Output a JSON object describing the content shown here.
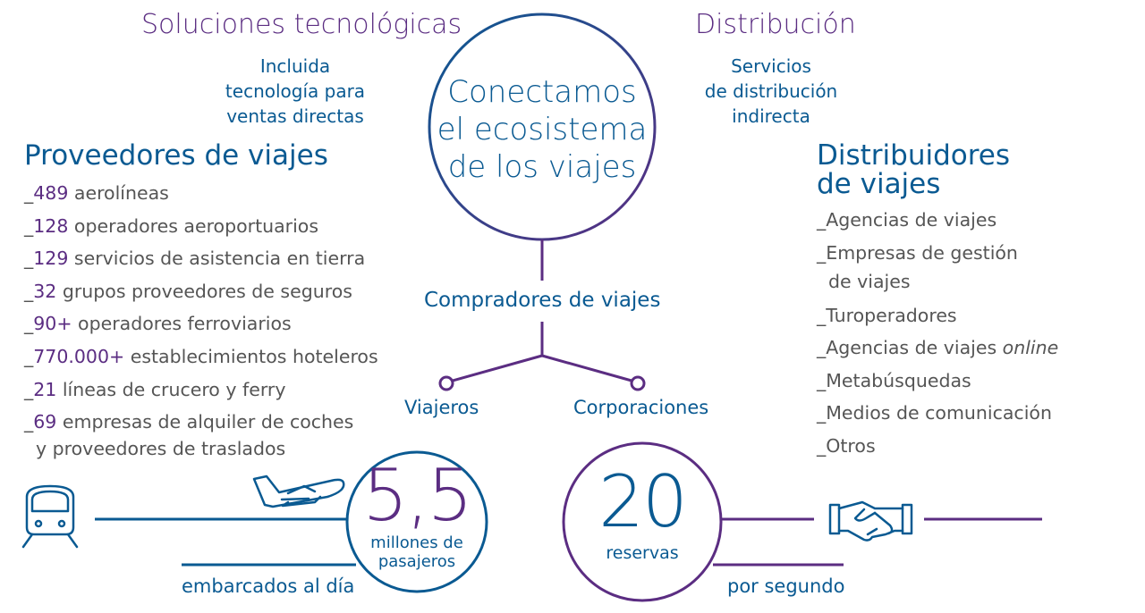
{
  "tech": {
    "title": "Soluciones tecnológicas",
    "desc": [
      "Incluida",
      "tecnología para",
      "ventas directas"
    ]
  },
  "dist": {
    "title": "Distribución",
    "desc": [
      "Servicios",
      "de distribución",
      "indirecta"
    ]
  },
  "center": {
    "lines": [
      "Conectamos",
      "el ecosistema",
      "de los viajes"
    ],
    "buyers": "Compradores de viajes",
    "branch_left": "Viajeros",
    "branch_right": "Corporaciones"
  },
  "providers": {
    "title": "Proveedores de viajes",
    "items": [
      {
        "prefix": "_",
        "num": "489",
        "text": " aerolíneas"
      },
      {
        "prefix": "_",
        "num": "128",
        "text": " operadores aeroportuarios"
      },
      {
        "prefix": "_",
        "num": "129",
        "text": " servicios de asistencia en tierra"
      },
      {
        "prefix": "_",
        "num": "32",
        "text": " grupos proveedores de seguros"
      },
      {
        "prefix": "_",
        "num": "90+",
        "text": " operadores ferroviarios"
      },
      {
        "prefix": "_",
        "num": "770.000+",
        "text": " establecimientos hoteleros"
      },
      {
        "prefix": "_",
        "num": "21",
        "text": " líneas de crucero y ferry"
      },
      {
        "prefix": "_",
        "num": "69",
        "text": " empresas de alquiler de coches",
        "cont": "y proveedores de traslados"
      }
    ]
  },
  "distributors": {
    "title": [
      "Distribuidores",
      "de viajes"
    ],
    "items": [
      {
        "text": "_Agencias de viajes"
      },
      {
        "text": "_Empresas de gestión",
        "cont": "de viajes"
      },
      {
        "text": "_Turoperadores"
      },
      {
        "text": "_Agencias de viajes ",
        "em": "online"
      },
      {
        "text": "_Metabúsquedas"
      },
      {
        "text": "_Medios de comunicación"
      },
      {
        "text": "_Otros"
      }
    ]
  },
  "stats": {
    "passengers": {
      "number": "5,5",
      "unit": [
        "millones de",
        "pasajeros"
      ],
      "label": "embarcados al día"
    },
    "bookings": {
      "number": "20",
      "unit": "reservas",
      "label": "por segundo"
    }
  },
  "icons": [
    "train-icon",
    "airplane-icon",
    "handshake-icon"
  ],
  "colors": {
    "purple": "#5b2d82",
    "blue": "#0a5a92",
    "grey": "#555555"
  }
}
